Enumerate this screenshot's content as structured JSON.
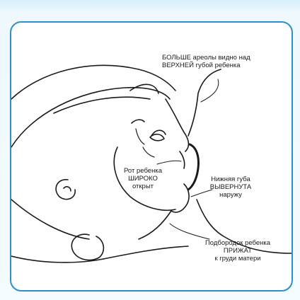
{
  "frame": {
    "border_color": "#2d8fc9",
    "background_color": "#e8f6fd"
  },
  "labels": {
    "areola": {
      "line1": "БОЛЬШЕ ареолы видно над",
      "line2": "ВЕРХНЕЙ губой ребенка"
    },
    "mouth": {
      "line1": "Рот ребенка",
      "line2": "ШИРОКО",
      "line3": "открыт"
    },
    "lower_lip": {
      "line1": "Нижняя губа",
      "line2": "ВЫВЕРНУТА",
      "line3": "наружу"
    },
    "chin": {
      "line1": "Подбородок ребенка",
      "line2": "ПРИЖАТ",
      "line3": "к груди матери"
    }
  }
}
